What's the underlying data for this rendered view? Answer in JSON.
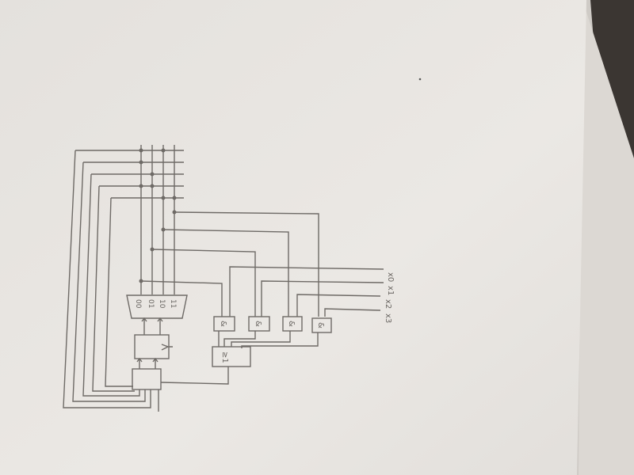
{
  "inputs": [
    "x0",
    "x1",
    "x2",
    "x3"
  ],
  "decoder_codes": [
    "00",
    "01",
    "10",
    "11"
  ],
  "and_gate_symbol": "&",
  "or_gate_symbol": "≥1",
  "colors": {
    "paper": "#e8e5e1",
    "pencil": "#6e6a66",
    "background": "#3b3632"
  }
}
